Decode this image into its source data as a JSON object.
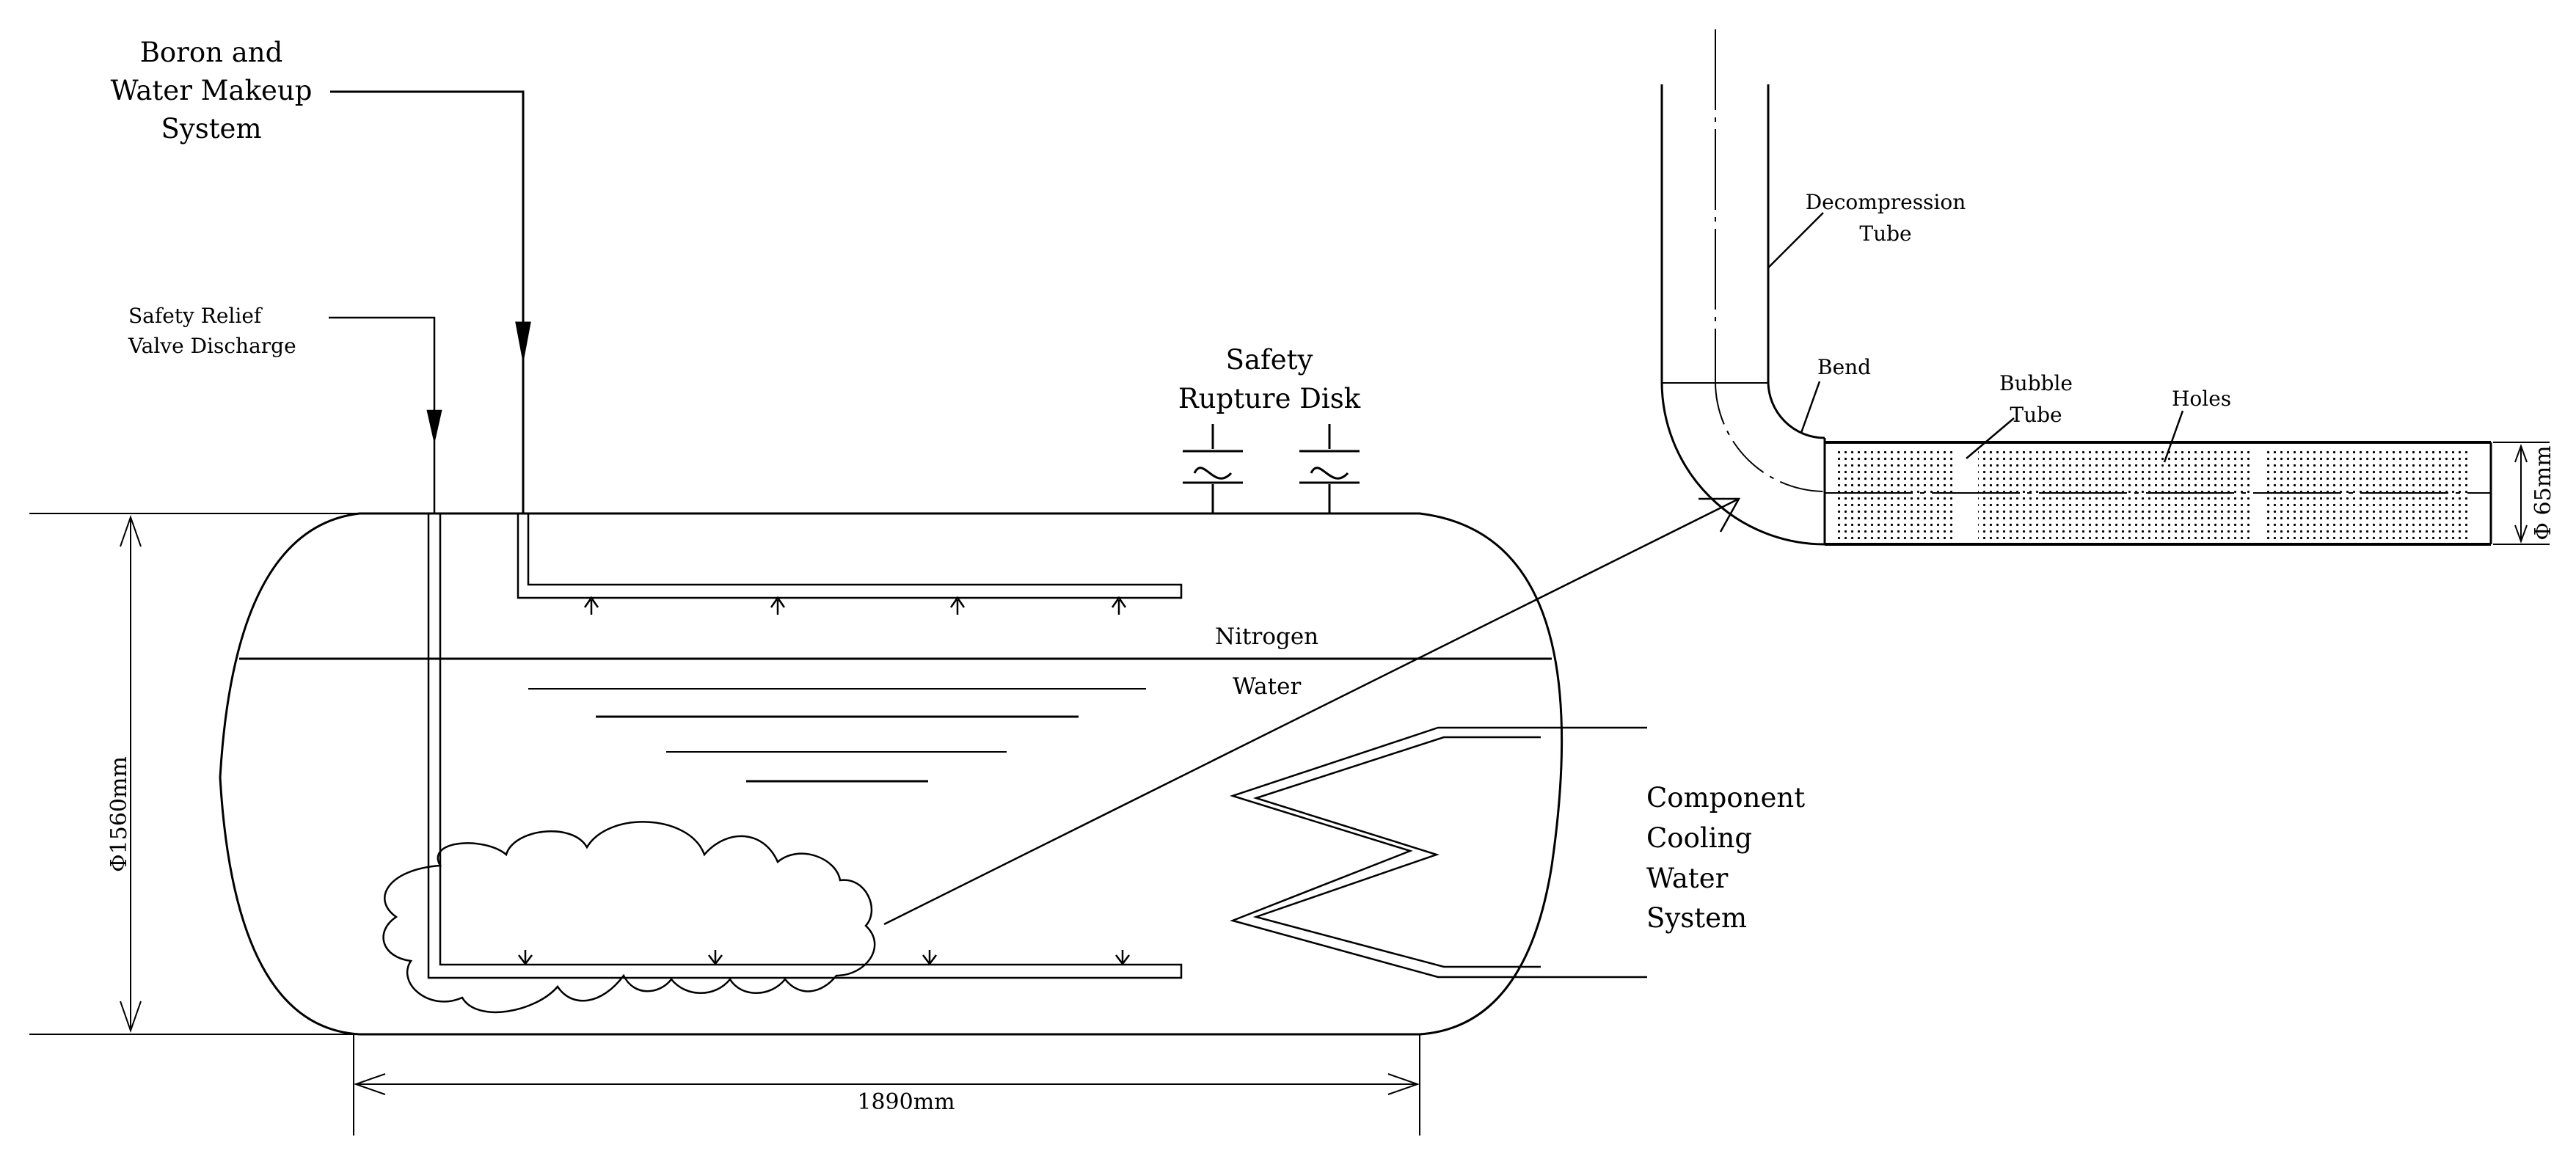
{
  "labels": {
    "boron_water_makeup": [
      "Boron and",
      "Water Makeup",
      "System"
    ],
    "safety_relief_valve": [
      "Safety Relief",
      "Valve Discharge"
    ],
    "safety_rupture_disk": [
      "Safety",
      "Rupture Disk"
    ],
    "nitrogen": "Nitrogen",
    "water": "Water",
    "component_cooling": [
      "Component",
      "Cooling",
      "Water",
      "System"
    ],
    "decompression_tube": [
      "Decompression",
      "Tube"
    ],
    "bend": "Bend",
    "bubble_tube": [
      "Bubble",
      "Tube"
    ],
    "holes": "Holes"
  },
  "dimensions": {
    "tank_diameter": "Φ1560mm",
    "tank_length": "1890mm",
    "tube_diameter": "Φ 65mm"
  },
  "colors": {
    "line": "#000000",
    "background": "#ffffff"
  }
}
